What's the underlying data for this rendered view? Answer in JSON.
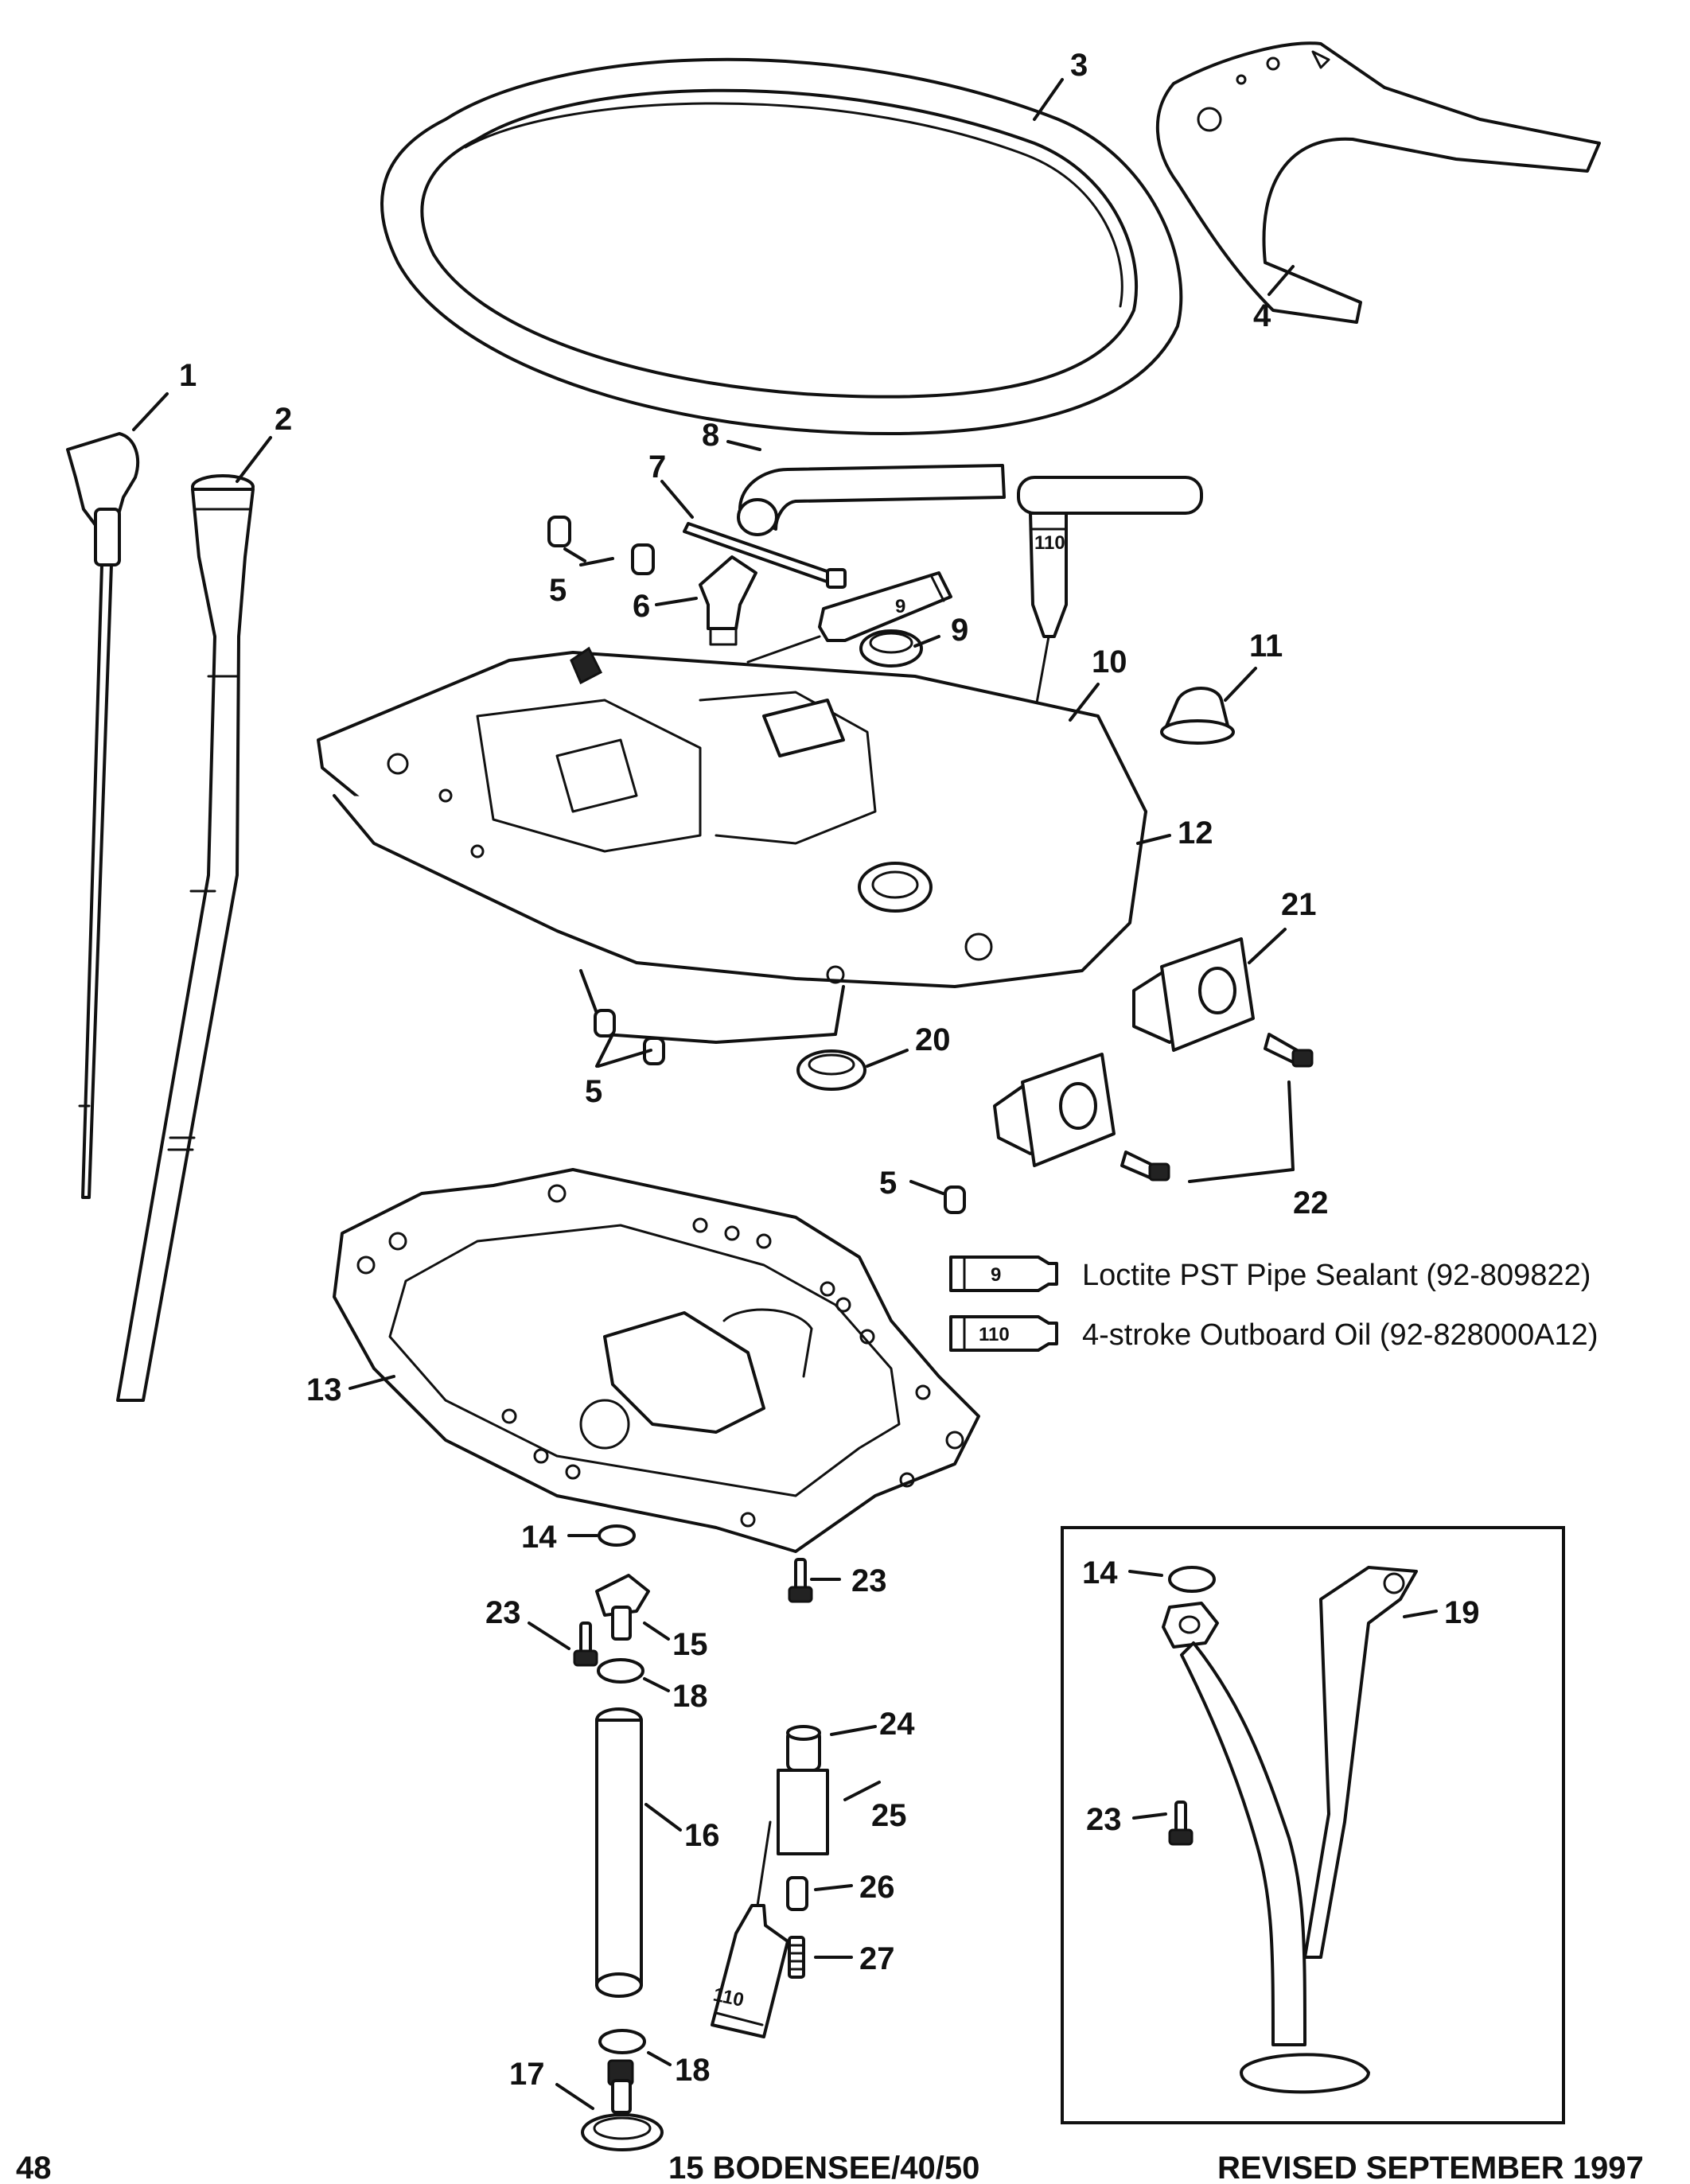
{
  "callouts": [
    "1",
    "2",
    "3",
    "4",
    "5",
    "6",
    "7",
    "8",
    "9",
    "10",
    "11",
    "12",
    "13",
    "14",
    "15",
    "16",
    "17",
    "18",
    "19",
    "20",
    "21",
    "22",
    "23",
    "24",
    "25",
    "26",
    "27"
  ],
  "legend": [
    {
      "tube_number": "9",
      "text": "Loctite PST Pipe Sealant (92-809822)"
    },
    {
      "tube_number": "110",
      "text": "4-stroke Outboard Oil (92-828000A12)"
    }
  ],
  "tube_labels": {
    "sealant": "9",
    "oil": "110"
  },
  "footer": {
    "page_number": "48",
    "model": "15 BODENSEE/40/50",
    "revision": "REVISED SEPTEMBER 1997"
  }
}
